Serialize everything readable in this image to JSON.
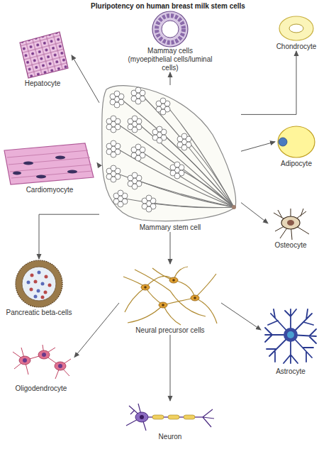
{
  "diagram": {
    "title": "Pluripotency on human breast milk stem cells",
    "nodes": [
      {
        "text": [
          "Mammay cells (myoepithelial cells/luminal cells)"
        ]
      },
      {
        "text": [
          "Chondrocyte"
        ]
      },
      {
        "text": [
          "Hepatocyte"
        ]
      },
      {
        "text": [
          "Adipocyte"
        ]
      },
      {
        "text": [
          "Cardiomyocyte"
        ]
      },
      {
        "text": [
          "Mammary stem cell"
        ]
      },
      {
        "text": [
          "Osteocyte"
        ]
      },
      {
        "text": [
          "Pancreatic beta-cells"
        ]
      },
      {
        "text": [
          "Neural precursor cells"
        ]
      },
      {
        "text": [
          "Astrocyte"
        ]
      },
      {
        "text": [
          "Oligodendrocyte"
        ]
      },
      {
        "text": [
          "Neuron"
        ]
      }
    ],
    "edges": [
      {
        "from": 5,
        "to": 0,
        "arrow": "to"
      },
      {
        "from": 5,
        "to": 1,
        "arrow": "to"
      },
      {
        "from": 5,
        "to": 2,
        "arrow": "to"
      },
      {
        "from": 5,
        "to": 3,
        "arrow": "to"
      },
      {
        "from": 5,
        "to": 4,
        "arrow": "to"
      },
      {
        "from": 5,
        "to": 6,
        "arrow": "to"
      },
      {
        "from": 5,
        "to": 7,
        "arrow": "to"
      },
      {
        "from": 5,
        "to": 8,
        "arrow": "to"
      },
      {
        "from": 8,
        "to": 9,
        "arrow": "to"
      },
      {
        "from": 8,
        "to": 10,
        "arrow": "to"
      },
      {
        "from": 8,
        "to": 11,
        "arrow": "to"
      }
    ]
  }
}
